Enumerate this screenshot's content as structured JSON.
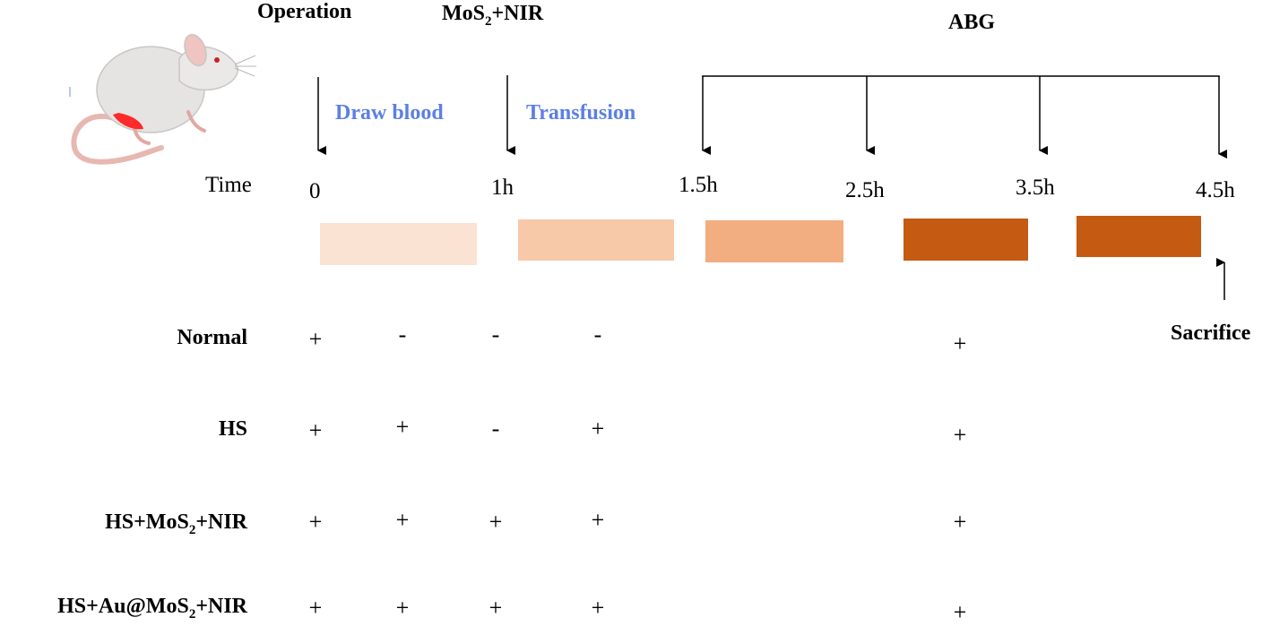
{
  "steps": {
    "operation": "Operation",
    "mos2_nir": {
      "prefix": "MoS",
      "sub": "2",
      "suffix": "+NIR"
    },
    "abg": "ABG",
    "draw_blood": "Draw blood",
    "transfusion": "Transfusion",
    "sacrifice": "Sacrifice"
  },
  "timeline": {
    "time_label": "Time",
    "ticks": [
      "0",
      "1h",
      "1.5h",
      "2.5h",
      "3.5h",
      "4.5h"
    ]
  },
  "groups": [
    {
      "label": {
        "prefix": "Normal",
        "sub": "",
        "suffix": ""
      },
      "marks": [
        "+",
        "-",
        "-",
        "-",
        "+"
      ]
    },
    {
      "label": {
        "prefix": "HS",
        "sub": "",
        "suffix": ""
      },
      "marks": [
        "+",
        "+",
        "-",
        "+",
        "+"
      ]
    },
    {
      "label": {
        "prefix": "HS+MoS",
        "sub": "2",
        "suffix": "+NIR"
      },
      "marks": [
        "+",
        "+",
        "+",
        "+",
        "+"
      ]
    },
    {
      "label": {
        "prefix": "HS+Au@MoS",
        "sub": "2",
        "suffix": "+NIR"
      },
      "marks": [
        "+",
        "+",
        "+",
        "+",
        "+"
      ]
    }
  ],
  "colors": {
    "accent_blue": "#5b7fe6",
    "bar_1": "#fae3d2",
    "bar_2": "#f7c9a9",
    "bar_3": "#f2ad80",
    "bar_4": "#c55a13",
    "bar_5": "#c55a13",
    "mouse_body": "#e6e4e3",
    "mouse_tail": "#e8b7b1",
    "wound": "#ff2a2a"
  },
  "icons": {
    "animal": "rat-icon"
  }
}
